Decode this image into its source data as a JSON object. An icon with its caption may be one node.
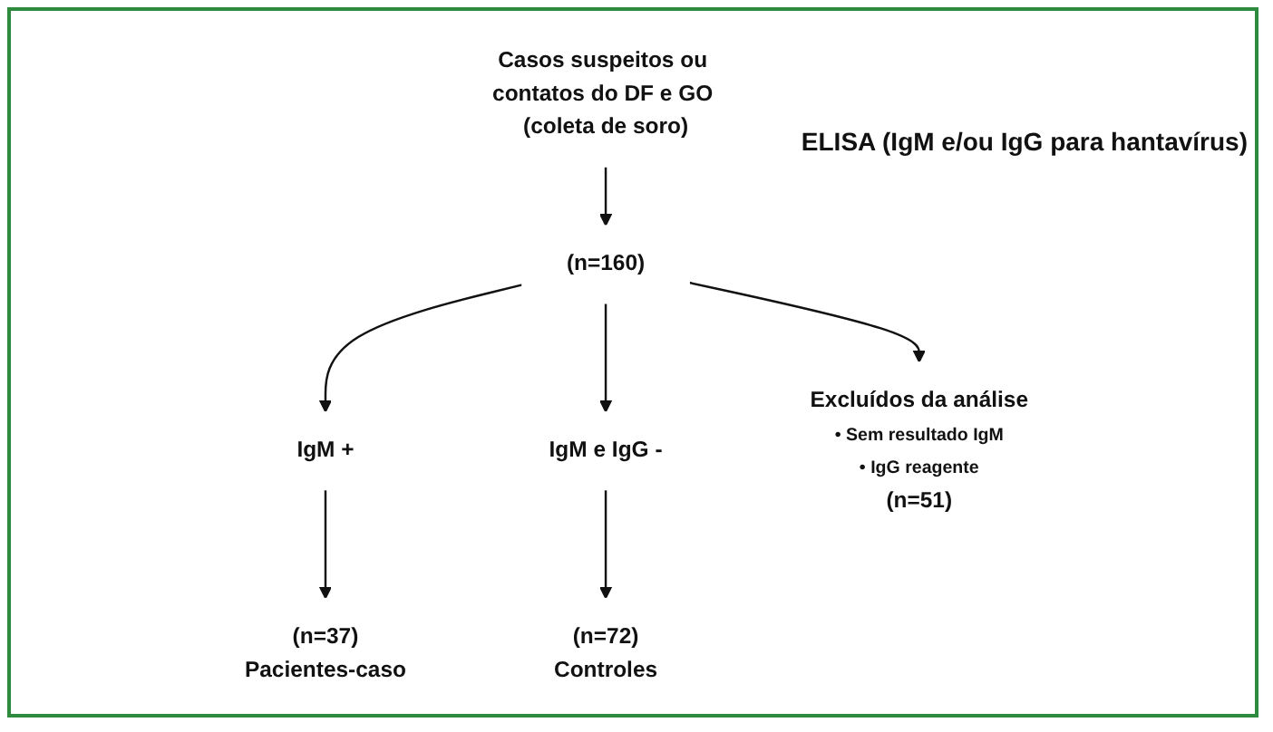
{
  "diagram": {
    "nodes": [
      {
        "text": [
          "Casos suspeitos ou contatos do DF e GO (coleta de soro)"
        ]
      },
      {
        "text": [
          "(n=160)"
        ]
      },
      {
        "text": [
          "IgM +"
        ]
      },
      {
        "text": [
          "IgM e IgG -"
        ]
      },
      {
        "text": [
          "Excluídos da análise",
          "• Sem resultado IgM",
          "• IgG reagente",
          "(n=51)"
        ]
      },
      {
        "text": [
          "(n=37)",
          "Pacientes-caso"
        ]
      },
      {
        "text": [
          "(n=72)",
          "Controles"
        ]
      }
    ],
    "edges": [
      {
        "from": 0,
        "to": 1,
        "arrow": "to"
      },
      {
        "from": 1,
        "to": 2,
        "arrow": "to"
      },
      {
        "from": 1,
        "to": 3,
        "arrow": "to"
      },
      {
        "from": 1,
        "to": 4,
        "arrow": "to"
      },
      {
        "from": 2,
        "to": 5,
        "arrow": "to"
      },
      {
        "from": 3,
        "to": 6,
        "arrow": "to"
      }
    ],
    "labels": [
      "ELISA (IgM e/ou IgG para hantavírus)"
    ]
  }
}
